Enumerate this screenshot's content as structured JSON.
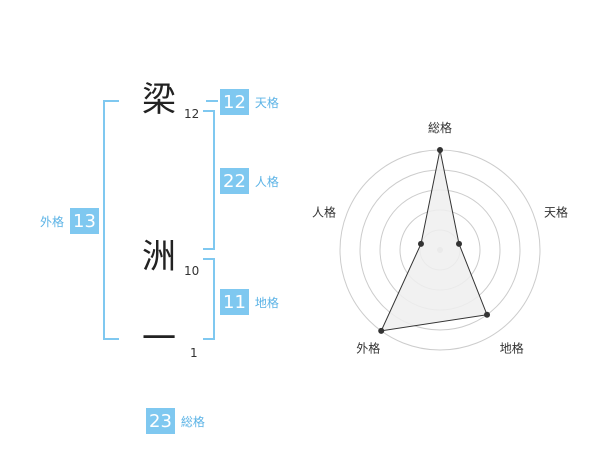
{
  "name": {
    "chars": [
      {
        "char": "梁",
        "strokes": "12"
      },
      {
        "char": "洲",
        "strokes": "10"
      },
      {
        "char": "一",
        "strokes": "1"
      }
    ]
  },
  "fortune": {
    "tenkaku": {
      "value": "12",
      "label": "天格"
    },
    "jinkaku": {
      "value": "22",
      "label": "人格"
    },
    "chikaku": {
      "value": "11",
      "label": "地格"
    },
    "gaikaku": {
      "value": "13",
      "label": "外格"
    },
    "soukaku": {
      "value": "23",
      "label": "総格"
    }
  },
  "chart_data": {
    "type": "radar",
    "axes": [
      "総格",
      "天格",
      "地格",
      "外格",
      "人格"
    ],
    "values": [
      5,
      1,
      4,
      5,
      1
    ],
    "rmax": 5,
    "rings": 5,
    "colors": {
      "fill": "#eeeeee",
      "line": "#333333",
      "grid": "#cccccc",
      "point": "#333333"
    }
  }
}
